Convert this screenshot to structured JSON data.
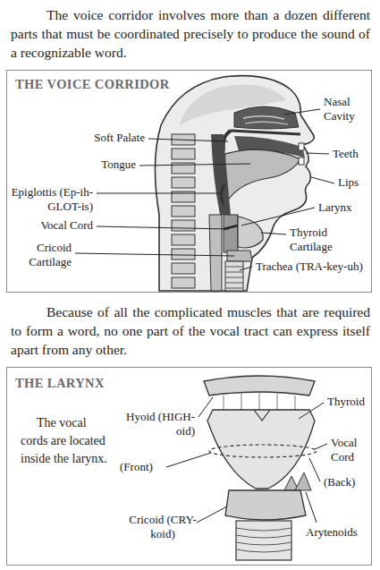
{
  "diagram": {
    "nodes": [
      {
        "text": [
          "THE VOICE CORRIDOR"
        ]
      },
      {
        "text": [
          "THE LARYNX",
          "The vocal cords are located inside the larynx."
        ]
      }
    ],
    "labels": [
      "The voice corridor involves more than a dozen different parts that must be coordinated precisely to produce the sound of a recognizable word.",
      "Nasal Cavity",
      "Soft Palate",
      "Teeth",
      "Tongue",
      "Lips",
      "Epiglottis (Ep-ih-GLOT-is)",
      "Larynx",
      "Vocal Cord",
      "Thyroid Cartilage",
      "Cricoid Cartilage",
      "Trachea (TRA-key-uh)",
      "Because of all the complicated muscles that are required to form a word, no one part of the vocal tract can express itself apart from any other.",
      "Hyoid (HIGH-oid)",
      "Thyroid",
      "Vocal Cord",
      "(Front)",
      "(Back)",
      "Cricoid (CRY-koid)",
      "Arytenoids"
    ]
  }
}
